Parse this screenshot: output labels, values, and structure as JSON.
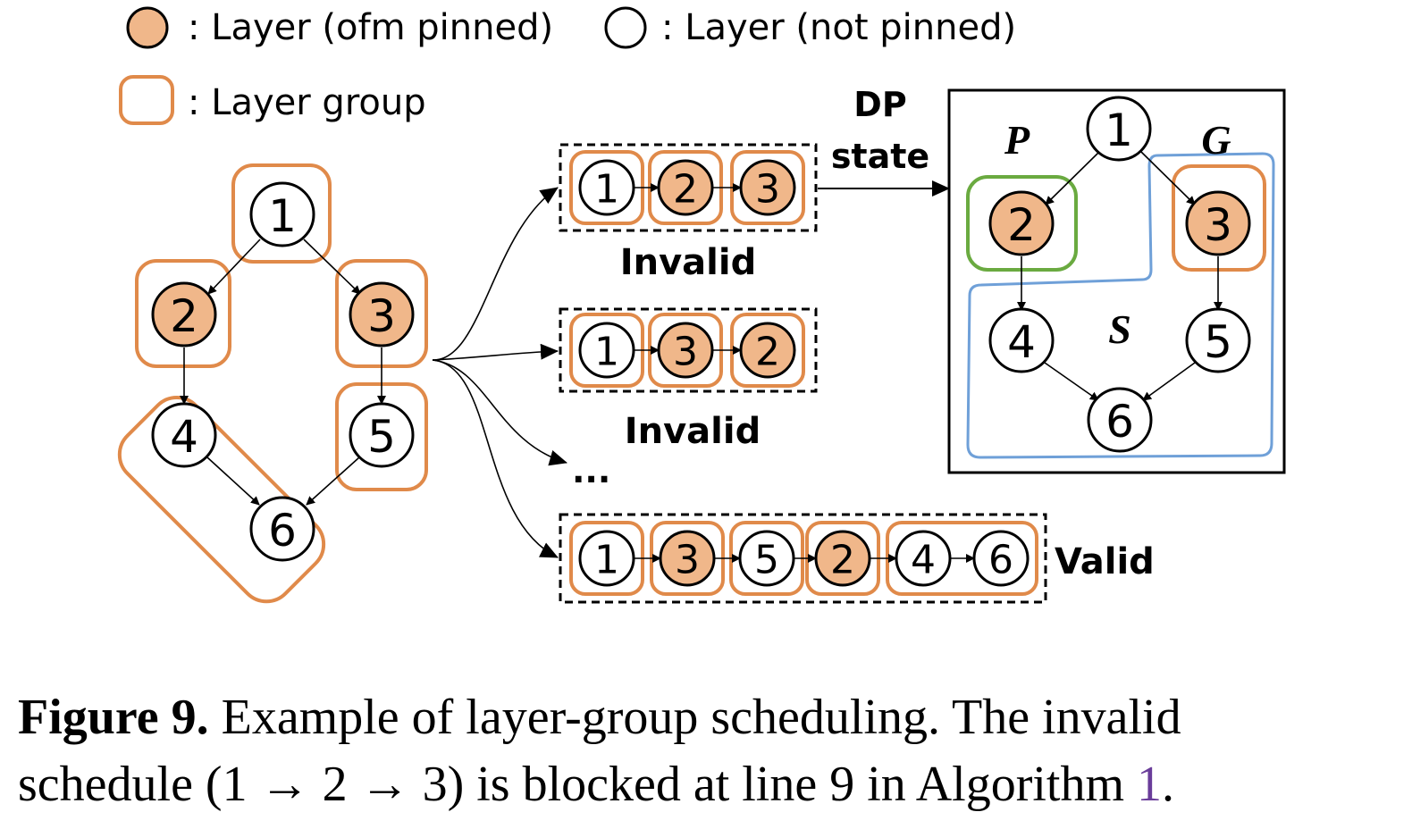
{
  "legend": {
    "pinned_label": ": Layer (ofm pinned)",
    "not_pinned_label": ": Layer (not pinned)",
    "group_label": ": Layer group"
  },
  "colors": {
    "pinned_fill": "#f0b78a",
    "group_border": "#e08a4a",
    "dp_p_border": "#6aaa40",
    "dp_s_border": "#6fa0d8",
    "stroke": "#000000"
  },
  "graph": {
    "nodes": [
      {
        "id": "1",
        "pinned": false
      },
      {
        "id": "2",
        "pinned": true
      },
      {
        "id": "3",
        "pinned": true
      },
      {
        "id": "4",
        "pinned": false
      },
      {
        "id": "5",
        "pinned": false
      },
      {
        "id": "6",
        "pinned": false
      }
    ],
    "edges": [
      [
        "1",
        "2"
      ],
      [
        "1",
        "3"
      ],
      [
        "2",
        "4"
      ],
      [
        "3",
        "5"
      ],
      [
        "4",
        "6"
      ],
      [
        "5",
        "6"
      ]
    ]
  },
  "schedules": [
    {
      "sequence": [
        "1",
        "2",
        "3"
      ],
      "label": "Invalid"
    },
    {
      "sequence": [
        "1",
        "3",
        "2"
      ],
      "label": "Invalid"
    },
    {
      "sequence": [
        "1",
        "3",
        "5",
        "2",
        "4",
        "6"
      ],
      "label": "Valid"
    }
  ],
  "ellipsis": "...",
  "dp_label_line1": "DP",
  "dp_label_line2": "state",
  "dp_state": {
    "p_label": "P",
    "g_label": "G",
    "s_label": "S"
  },
  "caption": {
    "prefix": "Figure 9.",
    "text1": " Example of layer-group scheduling. The invalid",
    "text2": "schedule (1 → 2 → 3) is blocked at line 9 in Algorithm ",
    "ref": "1",
    "end": "."
  }
}
